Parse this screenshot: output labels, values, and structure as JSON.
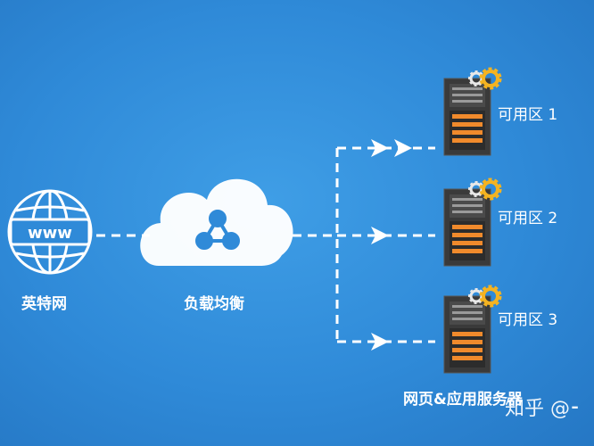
{
  "nodes": {
    "internet": {
      "label": "英特网",
      "icon_text": "www",
      "icon": "globe-icon"
    },
    "load_balancer": {
      "label": "负载均衡",
      "icon": "cloud-network-icon"
    },
    "zones": [
      {
        "label": "可用区 1",
        "icon": "server-gear-icon"
      },
      {
        "label": "可用区 2",
        "icon": "server-gear-icon"
      },
      {
        "label": "可用区 3",
        "icon": "server-gear-icon"
      }
    ],
    "servers_caption": "网页&应用服务器"
  },
  "watermark": "知乎 @⁃",
  "colors": {
    "background": "#2f8ad8",
    "line": "#ffffff",
    "server_body": "#3a3a3a",
    "server_stripes": "#f08a2c",
    "gear": "#f4b321",
    "cloud": "#ffffff",
    "cloud_icon": "#2f8ad8"
  }
}
